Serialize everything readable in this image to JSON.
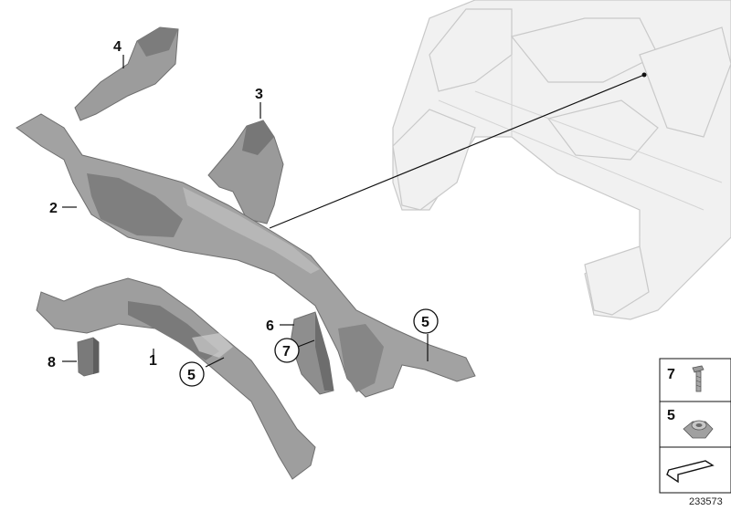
{
  "callouts": {
    "part_4": "4",
    "part_3": "3",
    "part_2": "2",
    "part_1": "1",
    "part_8": "8",
    "part_6": "6",
    "part_7_circled": "7",
    "part_5_circled_left": "5",
    "part_5_circled_right": "5"
  },
  "legend": {
    "item_7": "7",
    "item_5": "5"
  },
  "reference_number": "233573",
  "colors": {
    "part_fill": "#9a9a9a",
    "part_dark": "#6e6e6e",
    "ghost_fill": "#f1f1f1",
    "ghost_line": "#c9c9c9",
    "ink": "#111111"
  },
  "icons": [
    "screw-icon",
    "nut-icon",
    "arrow-icon"
  ]
}
